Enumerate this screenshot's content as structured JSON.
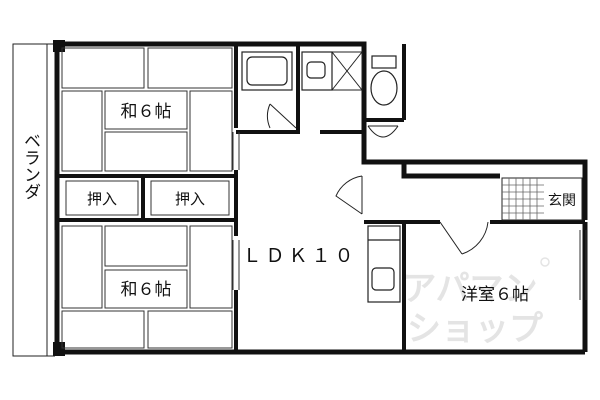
{
  "rooms": {
    "washitsu_top": "和６帖",
    "washitsu_bottom": "和６帖",
    "ldk": "ＬＤＫ１０",
    "yoshitsu": "洋室６帖"
  },
  "storage": {
    "left": "押入",
    "right": "押入"
  },
  "veranda": "ベランダ",
  "entrance": "玄関",
  "watermark": {
    "line1": "アパマン",
    "line2": "ショップ"
  }
}
